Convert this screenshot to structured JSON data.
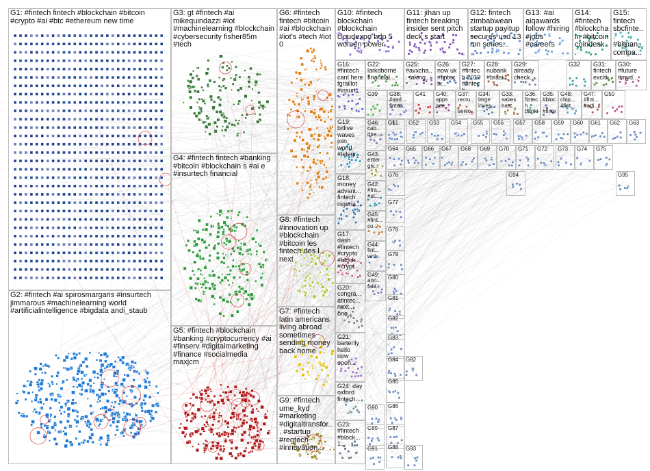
{
  "groups": [
    {
      "id": "G1",
      "label": "G1: #fintech fintech #blockchain #bitcoin #crypto #ai #btc #ethereum new time",
      "color": "#1f3f8a"
    },
    {
      "id": "G2",
      "label": "G2: #fintech #ai spirosmargaris #insurtech jimmarous #machinelearning world #artificialintelligence #bigdata andi_staub",
      "color": "#1f7ad6"
    },
    {
      "id": "G3",
      "label": "G3: gt #fintech #ai mikequindazzi #iot #machinelearning #blockchain #cybersecurity fisher85m #tech",
      "color": "#3a7a3a"
    },
    {
      "id": "G4",
      "label": "G4: #fintech fintech #banking #bitcoin #blockchain s #ai e #insurtech financial",
      "color": "#2e9b3c"
    },
    {
      "id": "G5",
      "label": "G5: #fintech #blockchain #banking #cryptocurrency #ai #finserv #digitalmarketing #finance #socialmedia maxjcm",
      "color": "#b01818"
    },
    {
      "id": "G6",
      "label": "G6: #fintech fintech #bitcoin #ai #blockchain #iot's #tech #iot 0",
      "color": "#e07b10"
    },
    {
      "id": "G7",
      "label": "G7: #fintech latin americans living abroad sometimes sending money back home",
      "color": "#e0c000"
    },
    {
      "id": "G8",
      "label": "G8: #fintech #innovation up #blockchain #bitcoin les fintech des l next",
      "color": "#a8c832"
    },
    {
      "id": "G9",
      "label": "G9: #fintech ume_kyd #marketing #digitaltransfor... #startup #regtech #innovation...",
      "color": "#9a8a20"
    },
    {
      "id": "G10",
      "label": "G10: #fintech blockchain #blockchain cloudexpo hdp 5 women power...",
      "color": "#8a6ad0"
    },
    {
      "id": "G11",
      "label": "G11: jihan up fintech breaking insider sent pitch deck s start",
      "color": "#7a4ab0"
    },
    {
      "id": "G12",
      "label": "G12: fintech zimbabwean startup payitup secures usd 13 mn series...",
      "color": "#5a8ad0"
    },
    {
      "id": "G13",
      "label": "G13: #ai aiqawards follow #hiring #jobs #careers",
      "color": "#6aa0d8"
    },
    {
      "id": "G14",
      "label": "G14: #fintech #blockchain #bitcoin coindesk...",
      "color": "#30a070"
    },
    {
      "id": "G15",
      "label": "G15: fintech sbcfinte... #bitpan... compa...",
      "color": "#40b0b0"
    },
    {
      "id": "G16",
      "label": "G16: #fintech cant here fgraillot #insurt...",
      "color": "#6060c0"
    },
    {
      "id": "G17",
      "label": "G17: dash #fintech #crypto #block... #crypt...",
      "color": "#c06080"
    },
    {
      "id": "G18",
      "label": "G18: money advant... fintech nigeria...",
      "color": "#3070b0"
    },
    {
      "id": "G19",
      "label": "G19: bitlive waves join world #telegr...",
      "color": "#2090c0"
    },
    {
      "id": "G20",
      "label": "G20: congra... afintec... next... one...",
      "color": "#808080"
    },
    {
      "id": "G21",
      "label": "G21: barterlly hello now open...",
      "color": "#a070c0"
    },
    {
      "id": "G22",
      "label": "G22: larkdborne financial...",
      "color": "#50a050"
    },
    {
      "id": "G23",
      "label": "G23: #fintech #block... 1...",
      "color": "#607080"
    },
    {
      "id": "G24",
      "label": "G24: day oxford fintech...",
      "color": "#7090a0"
    },
    {
      "id": "G25",
      "label": "G25: #avxcha... taking...",
      "color": "#9060a0"
    },
    {
      "id": "G26",
      "label": "G26: now uk #fintech...",
      "color": "#5070c0"
    },
    {
      "id": "G27",
      "label": "G27: #fintech 2019 #fintech...",
      "color": "#4080a0"
    },
    {
      "id": "G28",
      "label": "G28: nubank #brasi...",
      "color": "#a06040"
    },
    {
      "id": "G29",
      "label": "G29: already check...",
      "color": "#7080a0"
    },
    {
      "id": "G30",
      "label": "G30: #future #myd...",
      "color": "#b06090"
    },
    {
      "id": "G31",
      "label": "G31: fintech exciti...",
      "color": "#608040"
    },
    {
      "id": "G32",
      "label": "G32",
      "color": "#40a0a0"
    },
    {
      "id": "G33",
      "label": "G33: sabes hast...",
      "color": "#a08040"
    },
    {
      "id": "G34",
      "label": "G34: large inves...",
      "color": "#6080b0"
    },
    {
      "id": "G35",
      "label": "G35: #bloc... #finte...",
      "color": "#8060b0"
    },
    {
      "id": "G36",
      "label": "G36: fintech banki...",
      "color": "#50a080"
    },
    {
      "id": "G37",
      "label": "G37: recru... senio...",
      "color": "#b07050"
    },
    {
      "id": "G38",
      "label": "G38: #aad... fintec...",
      "color": "#7070c0"
    },
    {
      "id": "G39",
      "label": "G39",
      "color": "#50b050"
    },
    {
      "id": "G40",
      "label": "G40: apps see...",
      "color": "#a050a0"
    },
    {
      "id": "G41",
      "label": "G41",
      "color": "#d03030"
    },
    {
      "id": "G42",
      "label": "G42: #tra... #st...",
      "color": "#3090a0"
    },
    {
      "id": "G43",
      "label": "G43: enter giv...",
      "color": "#a0a040"
    },
    {
      "id": "G44",
      "label": "G44: fint... writ...",
      "color": "#6090c0"
    },
    {
      "id": "G45",
      "label": "G45: #fint... co...",
      "color": "#c08040"
    },
    {
      "id": "G46",
      "label": "G46: cab... dire...",
      "color": "#7070a0"
    },
    {
      "id": "G47",
      "label": "G47: #fint... #arti...",
      "color": "#b05050"
    },
    {
      "id": "G48",
      "label": "G48: chip... #fint...",
      "color": "#50a0c0"
    },
    {
      "id": "G49",
      "label": "G49: ann... fairl...",
      "color": "#8080b0"
    },
    {
      "id": "G50",
      "label": "G50",
      "color": "#c05090"
    }
  ],
  "small_groups": [
    "G51",
    "G52",
    "G53",
    "G54",
    "G55",
    "G56",
    "G57",
    "G58",
    "G59",
    "G60",
    "G61",
    "G62",
    "G63",
    "G64",
    "G65",
    "G66",
    "G67",
    "G68",
    "G69",
    "G70",
    "G71",
    "G72",
    "G73",
    "G74",
    "G75",
    "G76",
    "G77",
    "G78",
    "G79",
    "G80",
    "G81",
    "G82",
    "G83",
    "G84",
    "G85",
    "G86",
    "G87",
    "G88",
    "G89",
    "G90",
    "G91",
    "G92",
    "G93",
    "G94",
    "G95",
    "G1..."
  ]
}
